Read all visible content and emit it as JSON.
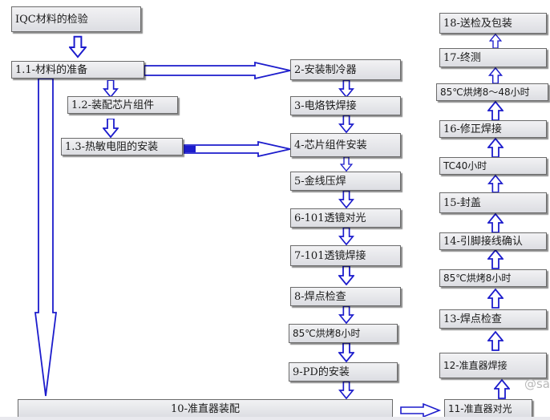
{
  "steps": {
    "s_iqc": "IQC材料的检验",
    "s1_1": "1.1-材料的准备",
    "s1_2": "1.2-装配芯片组件",
    "s1_3": "1.3-热敏电阻的安装",
    "s2": "2-安装制冷器",
    "s3": "3-电烙铁焊接",
    "s4": "4-芯片组件安装",
    "s5": "5-金线压焊",
    "s6": "6-101透镜对光",
    "s7": "7-101透镜焊接",
    "s8": "8-焊点检查",
    "s_bake1": "85℃烘烤8小时",
    "s9": "9-PD的安装",
    "s10": "10-准直器装配",
    "s11": "11-准直器对光",
    "s12": "12-准直器焊接",
    "s13": "13-焊点检查",
    "s_bake2": "85℃烘烤8小时",
    "s14": "14-引脚接线确认",
    "s15": "15-封盖",
    "s_tc": "TC40小时",
    "s16": "16-修正焊接",
    "s_bake3": "85℃烘烤8～48小时",
    "s17": "17-终测",
    "s18": "18-送检及包装"
  },
  "watermark": "@sa"
}
